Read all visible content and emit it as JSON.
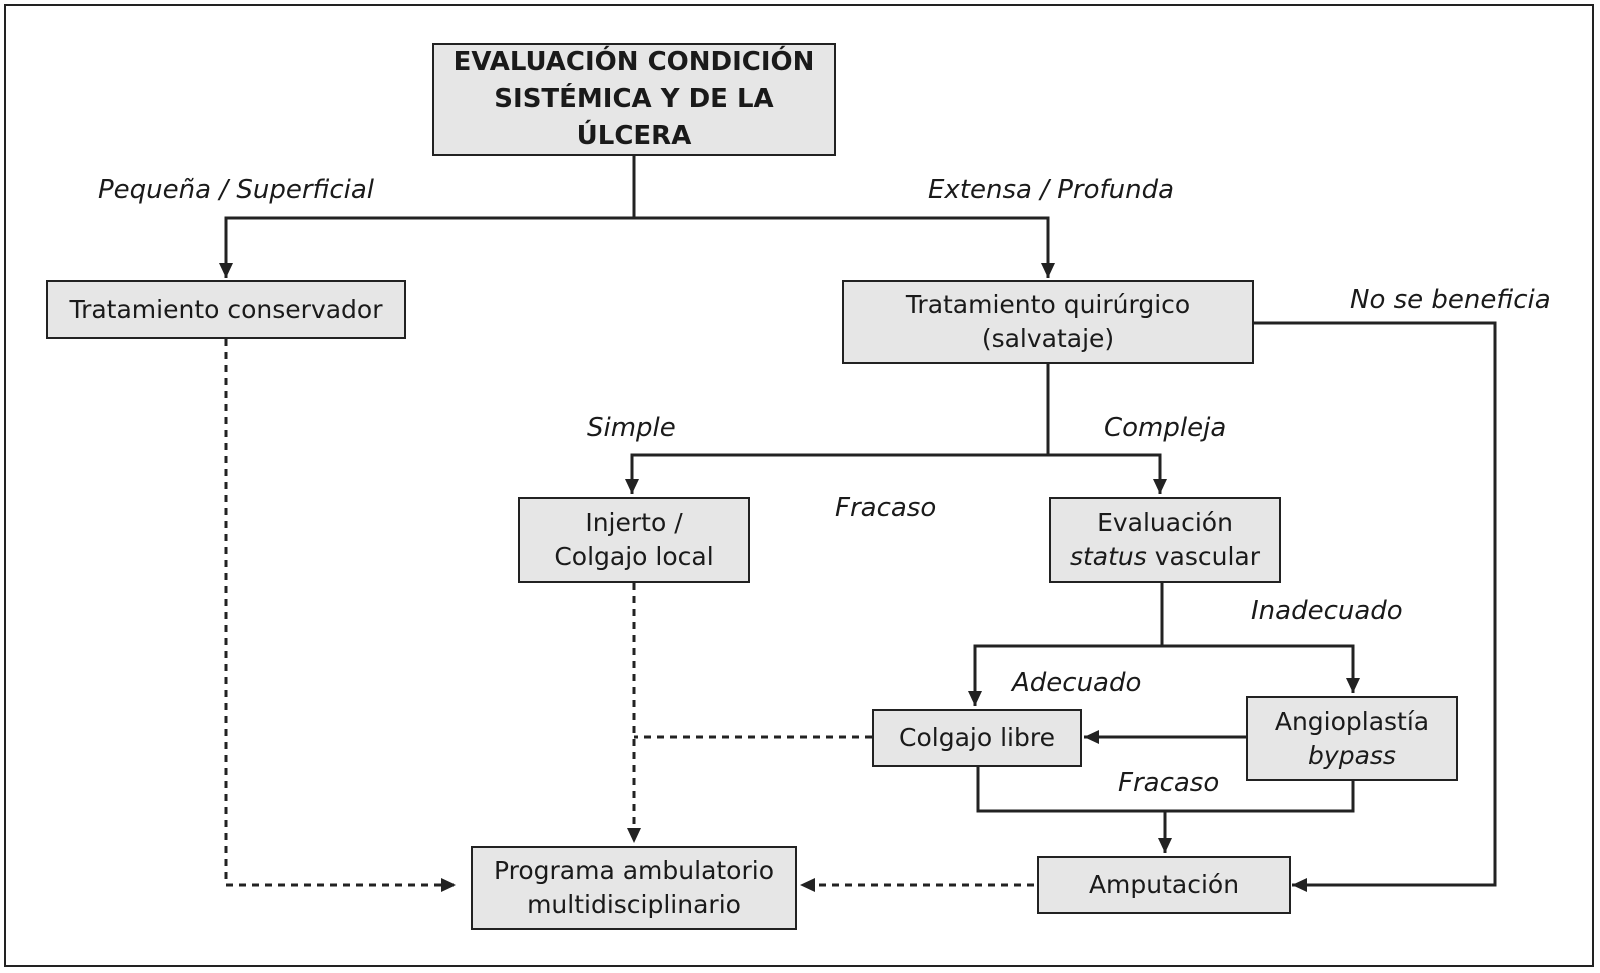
{
  "nodes": {
    "root": {
      "line1": "EVALUACIÓN CONDICIÓN",
      "line2": "SISTÉMICA Y DE LA ÚLCERA"
    },
    "conservador": {
      "line1": "Tratamiento conservador"
    },
    "quirurgico": {
      "line1": "Tratamiento quirúrgico",
      "line2": "(salvataje)"
    },
    "injerto": {
      "line1": "Injerto /",
      "line2": "Colgajo local"
    },
    "evaluacion": {
      "line1": "Evaluación",
      "line2_italic": "status",
      "line2_rest": " vascular"
    },
    "colgajo_libre": {
      "line1": "Colgajo libre"
    },
    "angioplastia": {
      "line1": "Angioplastía",
      "line2": "bypass"
    },
    "programa": {
      "line1": "Programa ambulatorio",
      "line2": "multidisciplinario"
    },
    "amputacion": {
      "line1": "Amputación"
    }
  },
  "edge_labels": {
    "pequena": "Pequeña / Superficial",
    "extensa": "Extensa / Profunda",
    "no_beneficia": "No se beneficia",
    "simple": "Simple",
    "compleja": "Compleja",
    "fracaso_1": "Fracaso",
    "inadecuado": "Inadecuado",
    "adecuado": "Adecuado",
    "fracaso_2": "Fracaso"
  },
  "colors": {
    "box_fill": "#e6e6e6",
    "stroke": "#222222"
  }
}
